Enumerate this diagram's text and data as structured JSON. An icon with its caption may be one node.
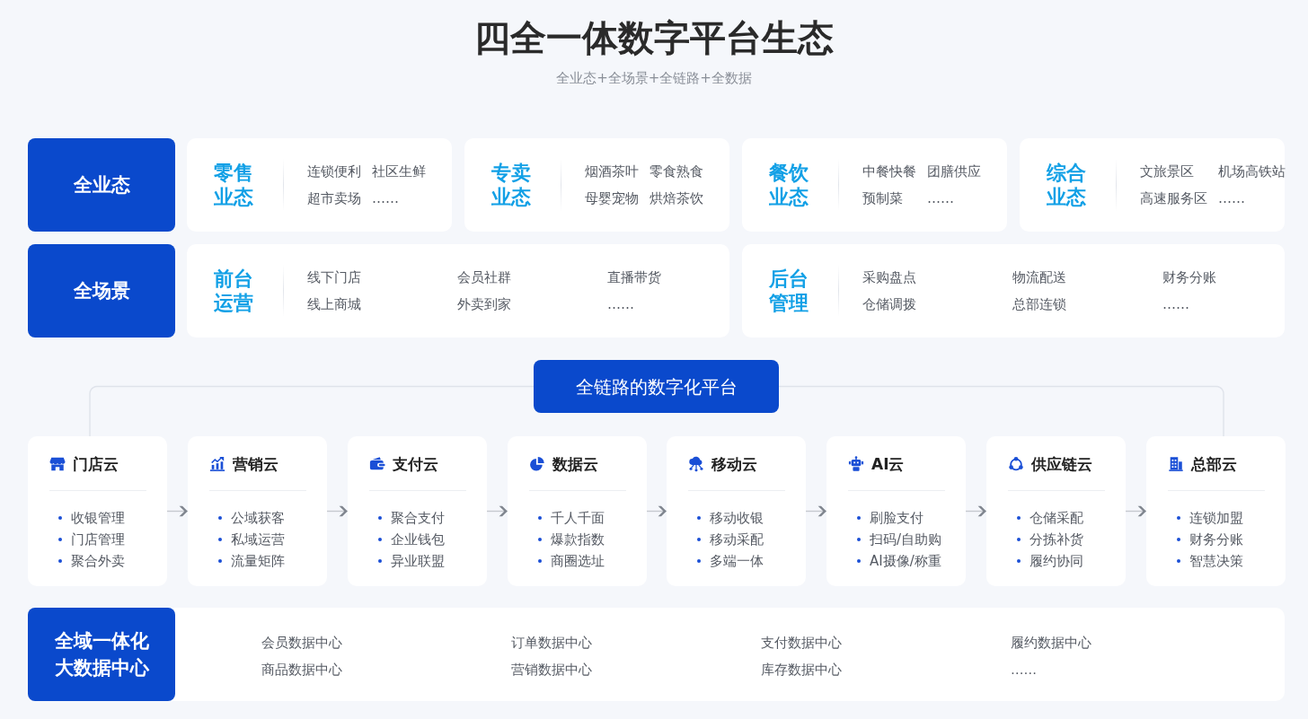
{
  "diagram": {
    "title": "四全一体数字平台生态",
    "nodes": [
      {
        "text": [
          "全业态"
        ]
      },
      {
        "text": [
          "零售业态",
          "连锁便利",
          "社区生鲜",
          "超市卖场",
          "……"
        ]
      },
      {
        "text": [
          "专卖业态",
          "烟酒茶叶",
          "零食熟食",
          "母婴宠物",
          "烘焙茶饮"
        ]
      },
      {
        "text": [
          "餐饮业态",
          "中餐快餐",
          "团膳供应",
          "预制菜",
          "……"
        ]
      },
      {
        "text": [
          "综合业态",
          "文旅景区",
          "机场高铁站",
          "高速服务区",
          "……"
        ]
      },
      {
        "text": [
          "全场景"
        ]
      },
      {
        "text": [
          "前台运营",
          "线下门店",
          "会员社群",
          "直播带货",
          "线上商城",
          "外卖到家",
          "……"
        ]
      },
      {
        "text": [
          "后台管理",
          "采购盘点",
          "物流配送",
          "财务分账",
          "仓储调拨",
          "总部连锁",
          "……"
        ]
      },
      {
        "text": [
          "全链路的数字化平台"
        ]
      },
      {
        "text": [
          "门店云",
          "收银管理",
          "门店管理",
          "聚合外卖"
        ]
      },
      {
        "text": [
          "营销云",
          "公域获客",
          "私域运营",
          "流量矩阵"
        ]
      },
      {
        "text": [
          "支付云",
          "聚合支付",
          "企业钱包",
          "异业联盟"
        ]
      },
      {
        "text": [
          "数据云",
          "千人千面",
          "爆款指数",
          "商圈选址"
        ]
      },
      {
        "text": [
          "移动云",
          "移动收银",
          "移动采配",
          "多端一体"
        ]
      },
      {
        "text": [
          "AI云",
          "刷脸支付",
          "扫码/自助购",
          "AI摄像/称重"
        ]
      },
      {
        "text": [
          "供应链云",
          "仓储采配",
          "分拣补货",
          "履约协同"
        ]
      },
      {
        "text": [
          "总部云",
          "连锁加盟",
          "财务分账",
          "智慧决策"
        ]
      },
      {
        "text": [
          "会员数据中心",
          "订单数据中心",
          "支付数据中心",
          "履约数据中心",
          "商品数据中心",
          "营销数据中心",
          "库存数据中心",
          "……"
        ]
      },
      {
        "text": [
          "全域一体化大数据中心"
        ],
        "in": 17
      }
    ],
    "edges": [
      {
        "from": 8,
        "to": 9,
        "arrow": "none",
        "color": "#dfe3ea"
      },
      {
        "from": 8,
        "to": 16,
        "arrow": "none",
        "color": "#dfe3ea"
      },
      {
        "from": 9,
        "to": 10,
        "arrow": "to"
      },
      {
        "from": 10,
        "to": 11,
        "arrow": "to"
      },
      {
        "from": 11,
        "to": 12,
        "arrow": "to"
      },
      {
        "from": 12,
        "to": 13,
        "arrow": "to"
      },
      {
        "from": 13,
        "to": 14,
        "arrow": "to"
      },
      {
        "from": 14,
        "to": 15,
        "arrow": "to"
      },
      {
        "from": 15,
        "to": 16,
        "arrow": "to"
      }
    ],
    "labels": [
      "全业态+全场景+全链路+全数据"
    ]
  }
}
